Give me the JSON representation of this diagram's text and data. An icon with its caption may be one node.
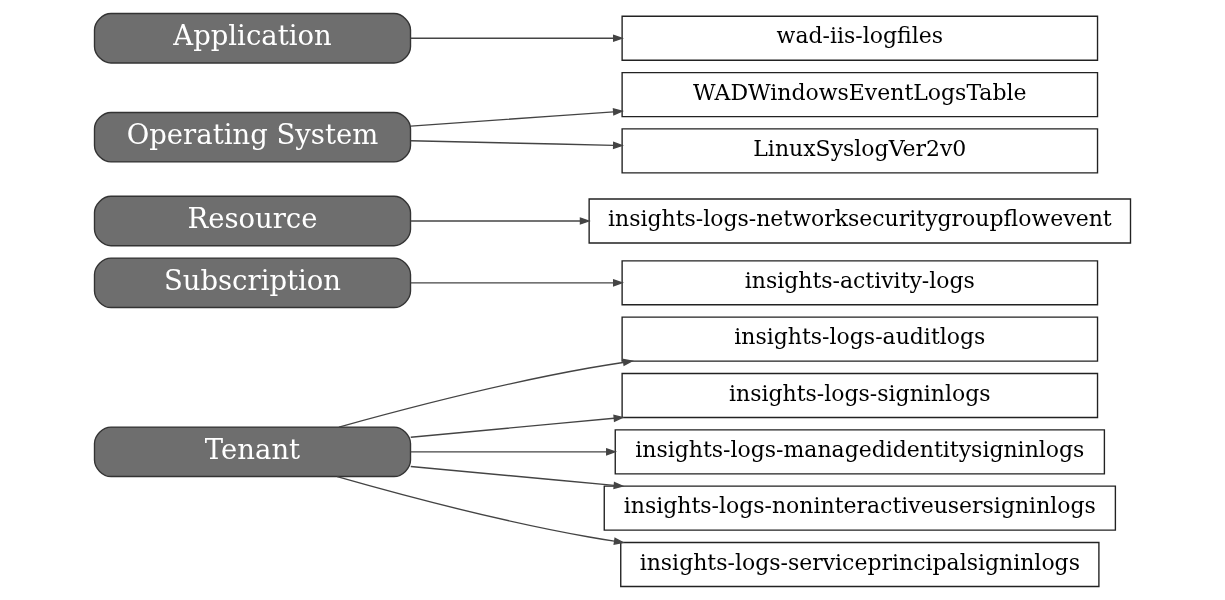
{
  "diagram": {
    "nodes": [
      {
        "text": [
          "Tenant"
        ]
      },
      {
        "text": [
          "insights-logs-auditlogs"
        ]
      },
      {
        "text": [
          "insights-logs-signinlogs"
        ]
      },
      {
        "text": [
          "insights-logs-managedidentitysigninlogs"
        ]
      },
      {
        "text": [
          "insights-logs-noninteractiveusersigninlogs"
        ]
      },
      {
        "text": [
          "insights-logs-serviceprincipalsigninlogs"
        ]
      },
      {
        "text": [
          "Subscription"
        ]
      },
      {
        "text": [
          "insights-activity-logs"
        ]
      },
      {
        "text": [
          "Resource"
        ]
      },
      {
        "text": [
          "insights-logs-networksecuritygroupflowevent"
        ]
      },
      {
        "text": [
          "Operating System"
        ]
      },
      {
        "text": [
          "WADWindowsEventLogsTable"
        ]
      },
      {
        "text": [
          "LinuxSyslogVer2v0"
        ]
      },
      {
        "text": [
          "Application"
        ]
      },
      {
        "text": [
          "wad-iis-logfiles"
        ]
      }
    ],
    "edges": [
      {
        "from": 0,
        "to": 1,
        "arrow": "to"
      },
      {
        "from": 0,
        "to": 2,
        "arrow": "to"
      },
      {
        "from": 0,
        "to": 3,
        "arrow": "to"
      },
      {
        "from": 0,
        "to": 4,
        "arrow": "to"
      },
      {
        "from": 0,
        "to": 5,
        "arrow": "to"
      },
      {
        "from": 6,
        "to": 7,
        "arrow": "to"
      },
      {
        "from": 8,
        "to": 9,
        "arrow": "to"
      },
      {
        "from": 10,
        "to": 11,
        "arrow": "to"
      },
      {
        "from": 10,
        "to": 12,
        "arrow": "to"
      },
      {
        "from": 13,
        "to": 14,
        "arrow": "to"
      }
    ]
  }
}
